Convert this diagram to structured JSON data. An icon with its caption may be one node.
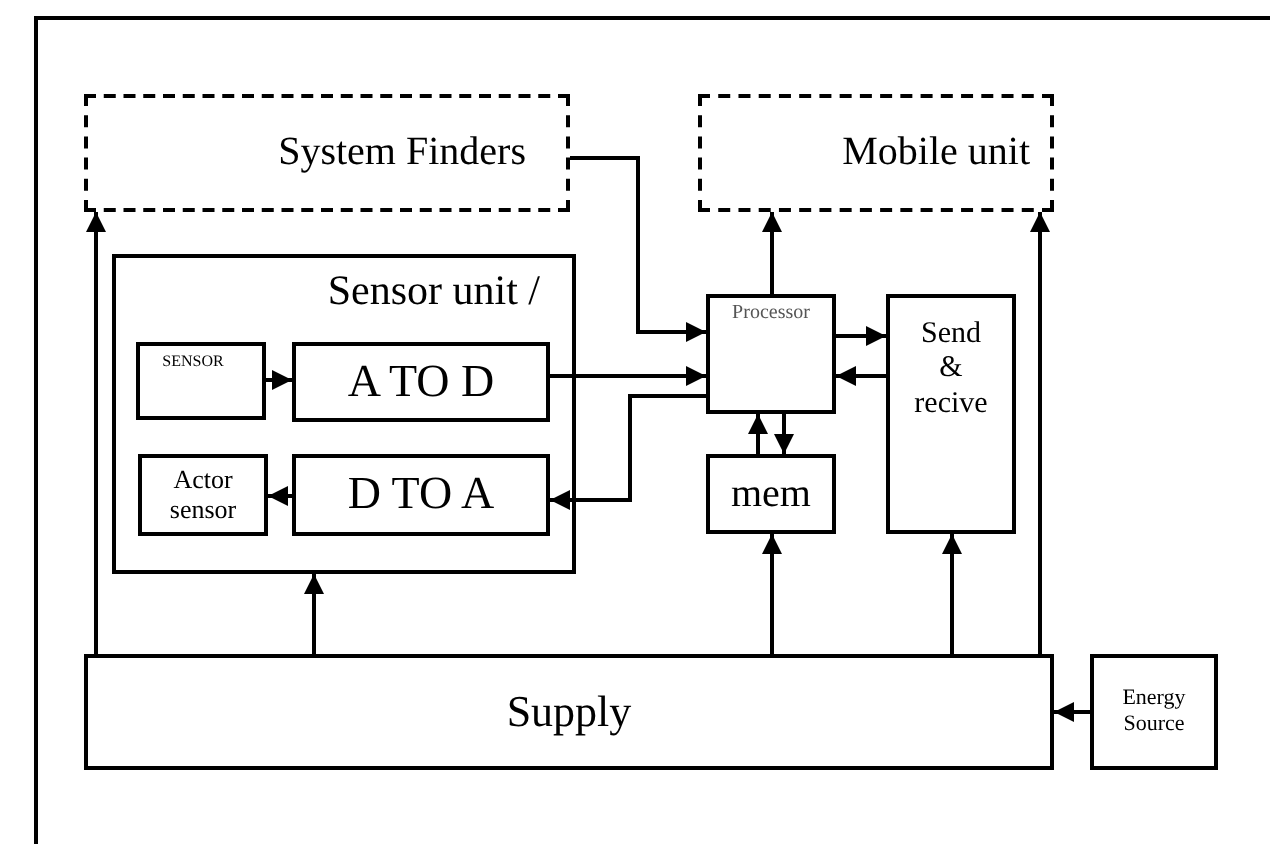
{
  "diagram": {
    "nodes": [
      {
        "text": [
          "System Finders"
        ]
      },
      {
        "text": [
          "Mobile unit"
        ]
      },
      {
        "text": [
          "Sensor unit /"
        ]
      },
      {
        "text": [
          "SENSOR"
        ],
        "in": 2
      },
      {
        "text": [
          "A TO D"
        ],
        "in": 2
      },
      {
        "text": [
          "Actor sensor"
        ],
        "in": 2
      },
      {
        "text": [
          "D TO A"
        ],
        "in": 2
      },
      {
        "text": [
          "Processor"
        ]
      },
      {
        "text": [
          "mem"
        ]
      },
      {
        "text": [
          "Send & recive"
        ]
      },
      {
        "text": [
          "Supply"
        ]
      },
      {
        "text": [
          "Energy Source"
        ]
      }
    ],
    "edges": [
      {
        "from": 10,
        "to": 0,
        "arrow": "to"
      },
      {
        "from": 10,
        "to": 2,
        "arrow": "to"
      },
      {
        "from": 10,
        "to": 8,
        "arrow": "to"
      },
      {
        "from": 10,
        "to": 9,
        "arrow": "to"
      },
      {
        "from": 10,
        "to": 1,
        "arrow": "to"
      },
      {
        "from": 11,
        "to": 10,
        "arrow": "to"
      },
      {
        "from": 0,
        "to": 7,
        "arrow": "to"
      },
      {
        "from": 3,
        "to": 4,
        "arrow": "to"
      },
      {
        "from": 4,
        "to": 7,
        "arrow": "to"
      },
      {
        "from": 7,
        "to": 6,
        "arrow": "to"
      },
      {
        "from": 6,
        "to": 5,
        "arrow": "to"
      },
      {
        "from": 7,
        "to": 1,
        "arrow": "to"
      },
      {
        "from": 7,
        "to": 9,
        "arrow": "to"
      },
      {
        "from": 9,
        "to": 7,
        "arrow": "to"
      },
      {
        "from": 8,
        "to": 7,
        "arrow": "to"
      },
      {
        "from": 7,
        "to": 8,
        "arrow": "to"
      }
    ]
  }
}
